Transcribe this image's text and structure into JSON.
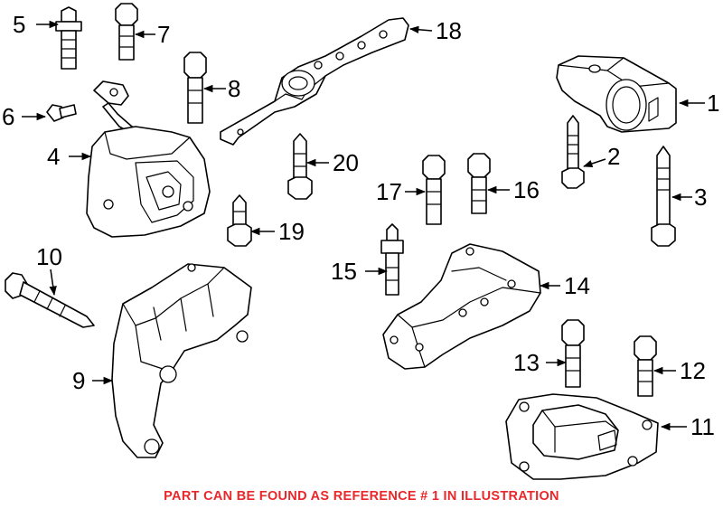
{
  "callouts": {
    "c1": "1",
    "c2": "2",
    "c3": "3",
    "c4": "4",
    "c5": "5",
    "c6": "6",
    "c7": "7",
    "c8": "8",
    "c9": "9",
    "c10": "10",
    "c11": "11",
    "c12": "12",
    "c13": "13",
    "c14": "14",
    "c15": "15",
    "c16": "16",
    "c17": "17",
    "c18": "18",
    "c19": "19",
    "c20": "20"
  },
  "note": "PART CAN BE FOUND AS REFERENCE # 1 IN ILLUSTRATION",
  "colors": {
    "note": "#e8282a",
    "line": "#000000",
    "background": "#ffffff"
  }
}
